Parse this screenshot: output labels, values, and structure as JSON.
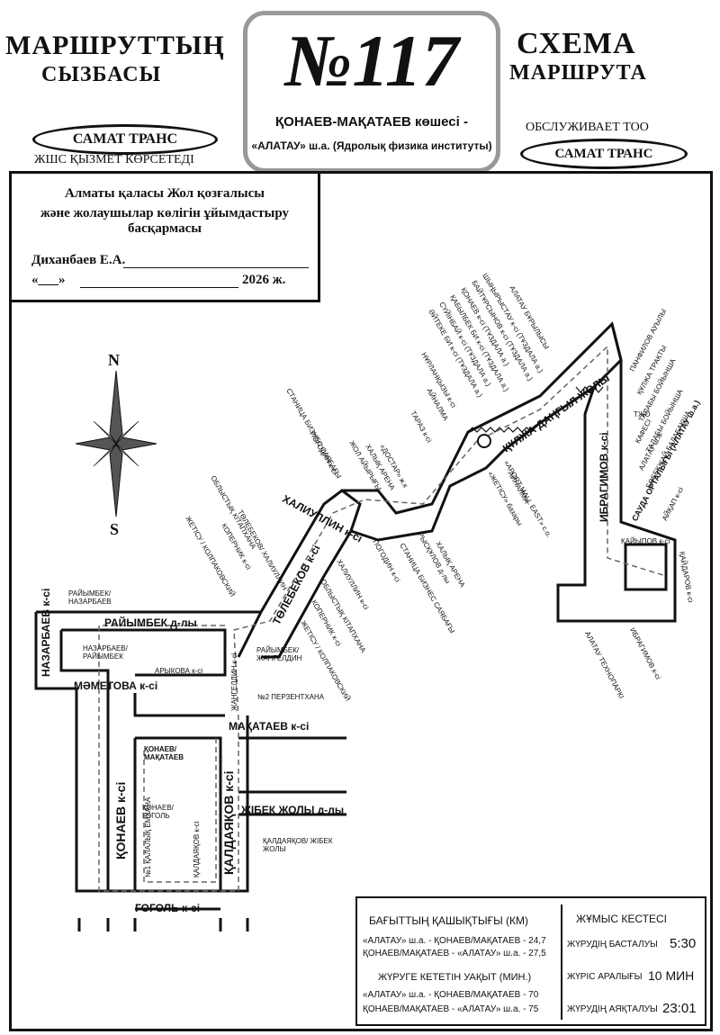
{
  "header": {
    "left_title_1": "МАРШРУТТЫҢ",
    "left_title_2": "СЫЗБАСЫ",
    "left_operator": "САМАТ ТРАНС",
    "left_service": "ЖШС ҚЫЗМЕТ КӨРСЕТЕДІ",
    "route_number": "№117",
    "route_line_1": "ҚОНАЕВ-МАҚАТАЕВ көшесі -",
    "route_line_2": "«АЛАТАУ» ш.а. (Ядролық физика институты)",
    "right_title_1": "СХЕМА",
    "right_title_2": "МАРШРУТА",
    "right_service": "ОБСЛУЖИВАЕТ ТОО",
    "right_operator": "САМАТ ТРАНС"
  },
  "approval": {
    "line_1": "Алматы қаласы Жол қозғалысы",
    "line_2": "және жолаушылар көлігін ұйымдастыру басқармасы",
    "signer": "Диханбаев Е.А.",
    "date_prefix": "«___»",
    "date_year": "2026 ж."
  },
  "compass": {
    "north": "N",
    "south": "S"
  },
  "streets": {
    "raiymbek": "РАЙЫМБЕК д-лы",
    "nazarbaev": "НАЗАРБАЕВ к-сі",
    "mametova": "МӘМЕТОВА к-сі",
    "zhangeldin": "ЖАНГЕЛДИН к-сі",
    "makataev": "МАҚАТАЕВ к-сі",
    "konaev": "ҚОНАЕВ к-сі",
    "kaldayakov": "ҚАЛДАЯҚОВ к-сі",
    "zhibek": "ЖІБЕК ЖОЛЫ д-лы",
    "gogol": "ГОГОЛЬ к-сі",
    "tolebekov": "ТӨЛЕБЕКОВ к-сі",
    "khaliullin": "ХАЛИУЛЛИН к-сі",
    "kulzha": "ҚҰЛЖА ДАҢҒЫЛ ЖОЛЫ",
    "ibragimov": "ИБРАГИМОВ к-сі",
    "kaiypov": "ҚАЙЫПОВ к-сі",
    "kaidarov": "ҚАЙДАРОВ к-сі"
  },
  "stops": {
    "raiymbek_nazarbaev": "РАЙЫМБЕК/ НАЗАРБАЕВ",
    "nazarbaev_raiymbek": "НАЗАРБАЕВ/ РАЙЫМБЕК",
    "arykova": "АРЫКОВА к-сі",
    "raiymbek_zhangeldin": "РАЙЫМБЕК/ ЖАНГЕЛДИН",
    "perzentkhana": "№2 ПЕРЗЕНТХАНА",
    "konaev_makataev": "ҚОНАЕВ/ МАҚАТАЕВ",
    "konaev_gogol": "ҚОНАЕВ/ ГОГОЛЬ",
    "emkhana": "№1 ҚАЛАЛЫҚ ЕМХАНА",
    "kaldayakov_stop": "ҚАЛДАЯҚОВ к-сі",
    "kaldayakov_zhibek": "ҚАЛДАЯҚОВ/ ЖІБЕК ЖОЛЫ",
    "tolebekov_khaliullin": "ТӨЛЕБЕКОВ/ ХАЛИУЛЛИН",
    "oblystyk_kitaphana": "ОБЛЫСТЫҚ КІТАПХАНА",
    "kopernik": "КОПЕРНИК к-сі",
    "zhetisu": "ЖЕТІСУ / КОЛПАКОВСКИЙ",
    "stanitsa": "СТАНИЦА БИЗНЕС САЯБАҒЫ",
    "pogodin": "ПОГОДИН к-сі",
    "dostar": "«ДОСТАР» ж.к",
    "zhol_aigyrygy": "ЖОЛ АЙЫРЫҒЫ",
    "khalyk_arena": "ХАЛЫҚ АРЕНА",
    "tarazy": "ТАРАЗ к-сі",
    "aiinalma": "АЙНАЛМА",
    "nurlankyzy": "НҰРЛАНҚЫЗЫ к-сі",
    "aiteke_bi": "ӘЙТЕКЕ БИ к-сі (ТҰЗДАЛА а.)",
    "suiinbai": "СҮЙІНБАЙ к-сі (ТҰЗДАЛА а.)",
    "kabanbai": "ҚАБЫЛБЕК БИ к-сі (ТҰЗДАЛА а.)",
    "konaev_tuzdala": "ҚОНАЕВ к-сі (ТҰЗДАЛА а.)",
    "baitursynov": "БАЙТҰРСЫНОВ к-сі (ТҰЗДАЛА а.)",
    "shynyrystau": "ШЫҢЫРЫСТАУ к-сі (ТҰЗДАЛА а.)",
    "alatau_burylysy": "АЛАТАУ БҰРЫЛЫСЫ",
    "panfilov": "ПАНФИЛОВ АУЫЛЫ",
    "kulzha_trakty": "ҚҰЛЖА ТРАКТЫ",
    "talapy_boiynsha": "ТАЛАБЫ БОЙЫНША",
    "tzho": "ТЖО",
    "kafesi": "КАФЕСІ",
    "alatau_sha": "АЛАТАУ ш.а.",
    "sauda_ortalygy": "САУДА ОРТАЛЫҒЫ (АЛАТАУ ш.а.)",
    "aikap": "АЙҚАП к-сі",
    "bobek_balabakshasy": "БӨБЕКЖАЙ БАЛАБАҚША",
    "aport_mall": "«APORT MALL EAST» с.о.",
    "zhetysu_bazary": "«ЖЕТІСУ» базары",
    "alatau_tekhnoparki": "АЛАТАУ ТЕХНОПАРКІ",
    "ibragimov_stop": "ИБРАГИМОВ к-сі",
    "ryskulov": "РЫСҚҰЛОВ д-лы"
  },
  "info": {
    "distance_title": "БАҒЫТТЫҢ ҚАШЫҚТЫҒЫ (КМ)",
    "distance_1": "«АЛАТАУ» ш.а. - ҚОНАЕВ/МАҚАТАЕВ - 24,7",
    "distance_2": "ҚОНАЕВ/МАҚАТАЕВ - «АЛАТАУ» ш.а. - 27,5",
    "time_title": "ЖҮРУГЕ КЕТЕТІН УАҚЫТ (МИН.)",
    "time_1": "«АЛАТАУ» ш.а. - ҚОНАЕВ/МАҚАТАЕВ - 70",
    "time_2": "ҚОНАЕВ/МАҚАТАЕВ - «АЛАТАУ» ш.а. - 75",
    "schedule_title": "ЖҰМЫС КЕСТЕСІ",
    "start_label": "ЖҮРУДІҢ БАСТАЛУЫ",
    "start_value": "5:30",
    "interval_label": "ЖҮРІС АРАЛЫҒЫ",
    "interval_value": "10 МИН",
    "end_label": "ЖҮРУДІҢ АЯҚТАЛУЫ",
    "end_value": "23:01"
  }
}
